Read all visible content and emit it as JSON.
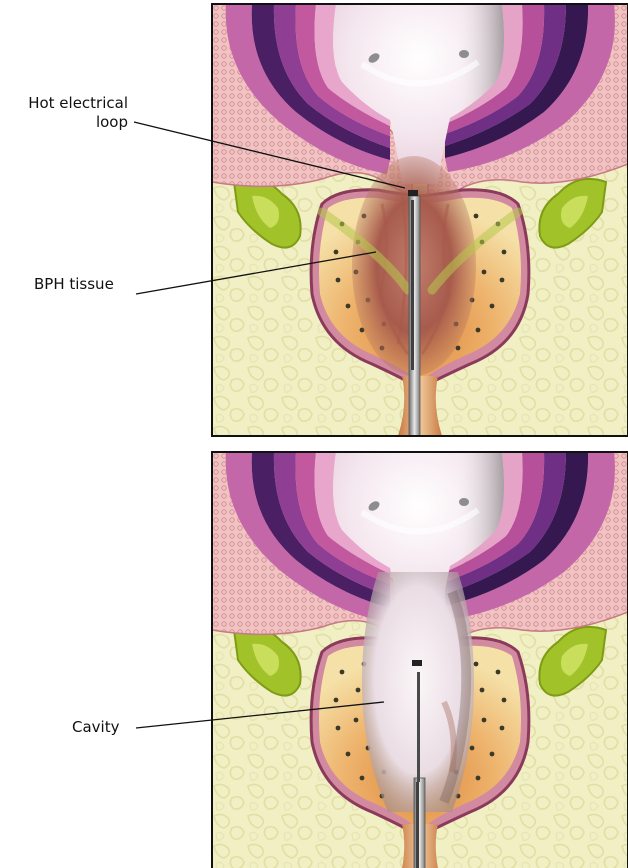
{
  "labels": {
    "loop_line1": "Hot electrical",
    "loop_line2": "loop",
    "bph": "BPH tissue",
    "cavity": "Cavity"
  },
  "colors": {
    "background": "#f1efc4",
    "bladder": "#f3e2ea",
    "muscle_purple": "#8a3c8c",
    "muscle_dark": "#3a1a55",
    "muscle_pink": "#d56aa0",
    "tissue_pink": "#e9b7b3",
    "lobe_orange": "#e39a4e",
    "bph_red": "#a95a4a",
    "green": "#9bc22a",
    "instrument": "#a8a8a8"
  }
}
